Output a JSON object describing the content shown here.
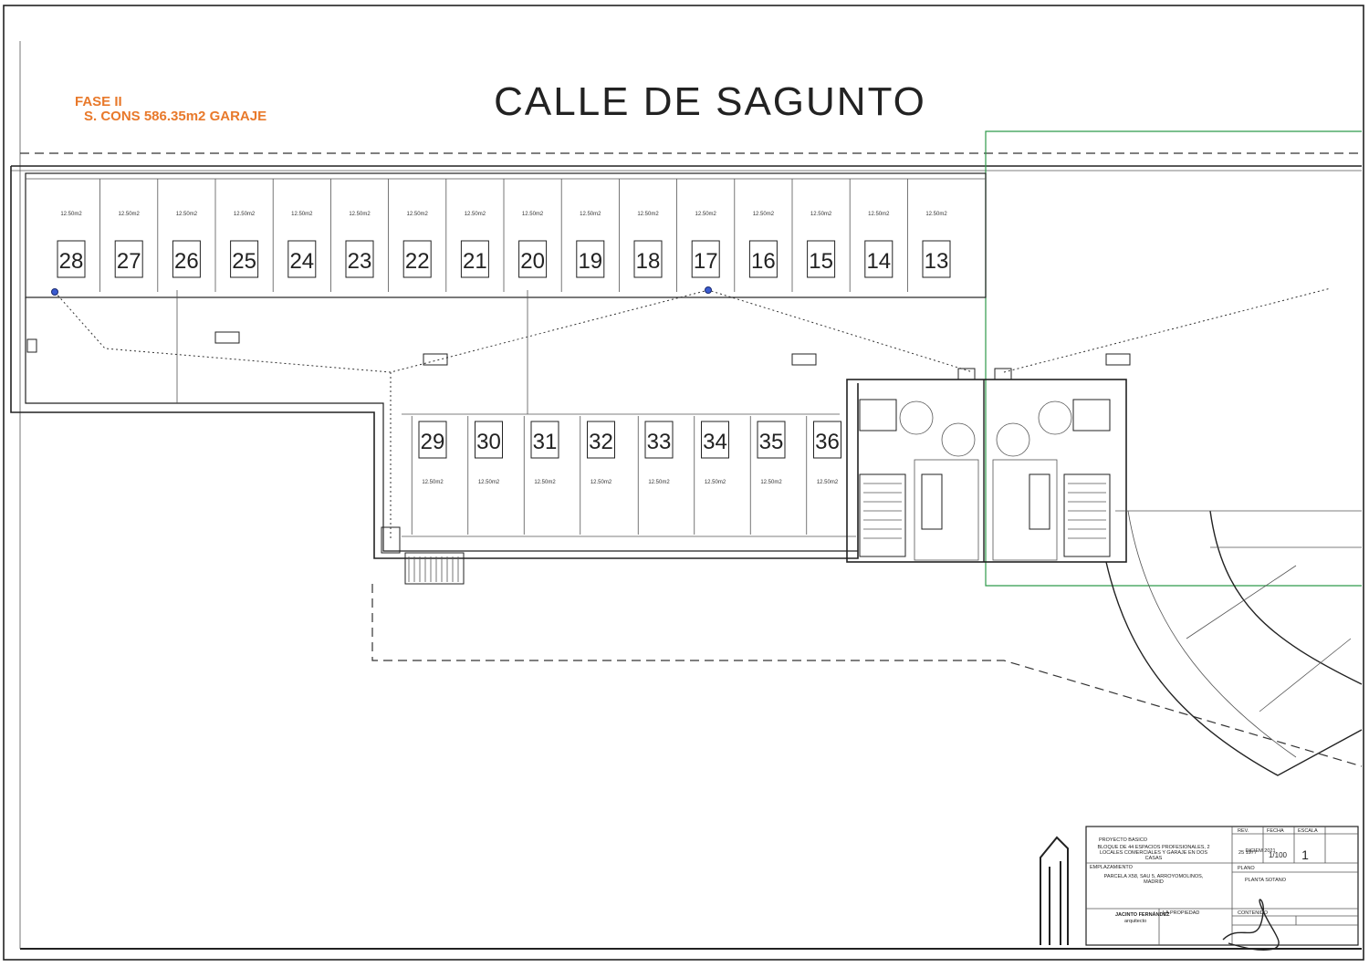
{
  "drawing": {
    "street_name": "CALLE DE SAGUNTO",
    "phase_label": "FASE II",
    "area_label": "S. CONS 586.35m2 GARAJE",
    "spot_area_label": "12.50m2",
    "spots_top": [
      "28",
      "27",
      "26",
      "25",
      "24",
      "23",
      "22",
      "21",
      "20",
      "19",
      "18",
      "17",
      "16",
      "15",
      "14",
      "13"
    ],
    "spots_bottom": [
      "29",
      "30",
      "31",
      "32",
      "33",
      "34",
      "35",
      "36"
    ]
  },
  "title_block": {
    "project_header": "PROYECTO BASICO",
    "project_line1": "BLOQUE DE 44 ESPACIOS PROFESIONALES, 2",
    "project_line2": "LOCALES COMERCIALES Y GARAJE EN DOS",
    "project_line3": "CASAS",
    "location_header": "EMPLAZAMIENTO",
    "location_line1": "PARCELA X58, SAU 5, ARROYOMOLINOS,",
    "location_line2": "MADRID",
    "rev_header": "REV.",
    "date_header": "FECHA",
    "scale_header": "ESCALA",
    "rev_value": "25 1977",
    "date_value": "DICIEM 2021",
    "scale_value": "1/100",
    "sheet_number": "1",
    "plan_header": "PLANO",
    "plan_name": "PLANTA SOTANO",
    "architect_name": "JACINTO FERNÁNDEZ",
    "architect_role": "arquitecto",
    "property_header": "LA PROPIEDAD",
    "contents_header": "CONTENIDO"
  }
}
